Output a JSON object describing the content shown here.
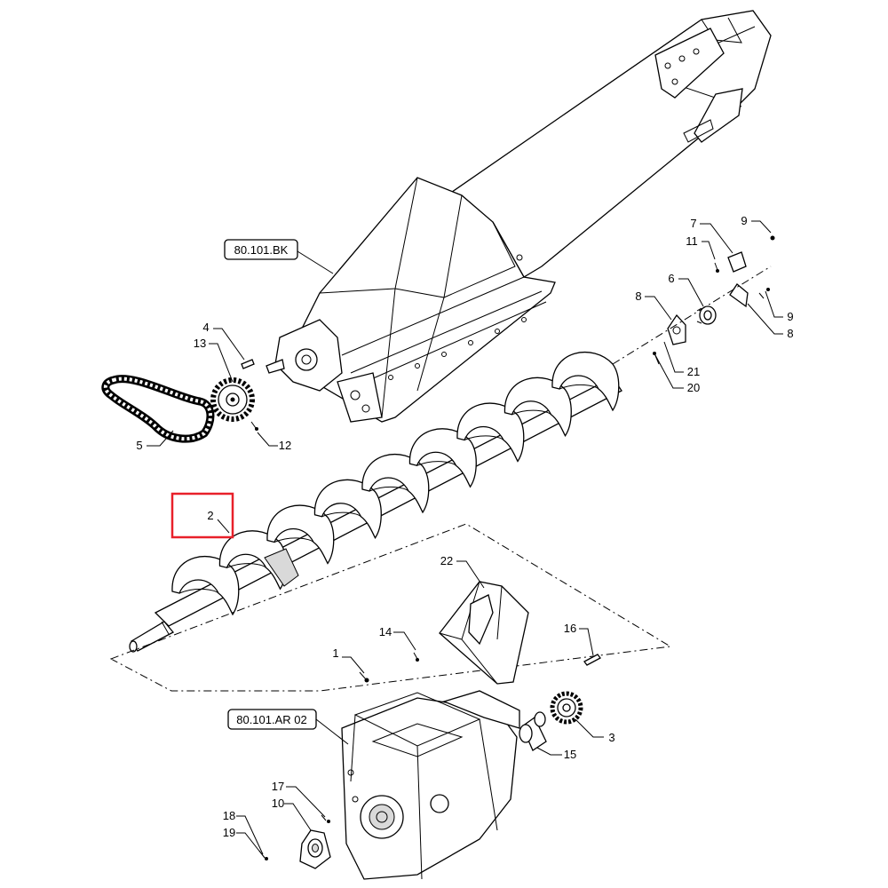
{
  "colors": {
    "highlight": "#e8202a",
    "line": "#000000",
    "background": "#ffffff"
  },
  "references": [
    {
      "id": "ref-bk",
      "text": "80.101.BK"
    },
    {
      "id": "ref-ar",
      "text": "80.101.AR 02"
    }
  ],
  "callouts": {
    "c1": "1",
    "c2": "2",
    "c3": "3",
    "c4": "4",
    "c5": "5",
    "c6": "6",
    "c7": "7",
    "c8a": "8",
    "c8b": "8",
    "c9a": "9",
    "c9b": "9",
    "c10": "10",
    "c11": "11",
    "c12": "12",
    "c13": "13",
    "c14": "14",
    "c15": "15",
    "c16": "16",
    "c17": "17",
    "c18": "18",
    "c19": "19",
    "c20": "20",
    "c21": "21",
    "c22": "22"
  },
  "highlighted_callout": "2"
}
